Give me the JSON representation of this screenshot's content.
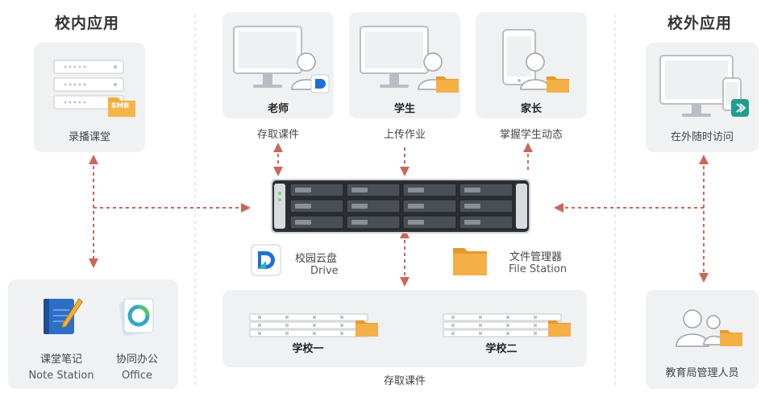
{
  "left_section": {
    "heading": "校内应用",
    "recording": {
      "label": "录播课堂",
      "badge": "SMB"
    },
    "note_station": {
      "zh": "课堂笔记",
      "en": "Note Station"
    },
    "office": {
      "zh": "协同办公",
      "en": "Office"
    }
  },
  "center_section": {
    "teacher": {
      "label": "老师",
      "caption": "存取课件"
    },
    "student": {
      "label": "学生",
      "caption": "上传作业"
    },
    "parent": {
      "label": "家长",
      "caption": "掌握学生动态"
    },
    "drive": {
      "zh": "校园云盘",
      "en": "Drive"
    },
    "file_station": {
      "zh": "文件管理器",
      "en": "File Station"
    },
    "school_one": "学校一",
    "school_two": "学校二",
    "schools_caption": "存取课件"
  },
  "right_section": {
    "heading": "校外应用",
    "remote": {
      "label": "在外随时访问"
    },
    "bureau": {
      "label": "教育局管理人员"
    }
  },
  "colors": {
    "card_bg": "#f0f1f3",
    "arrow": "#c9675a",
    "folder": "#f2a93b",
    "drive_blue": "#1e6fd9",
    "divider": "#cccccc"
  }
}
